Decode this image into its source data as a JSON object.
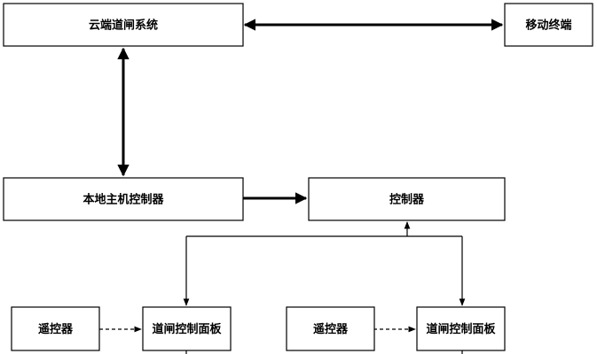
{
  "nodes": {
    "cloud_gate_system": "云端道闸系统",
    "mobile_terminal": "移动终端",
    "local_host_controller": "本地主机控制器",
    "controller": "控制器",
    "remote_left": "遥控器",
    "gate_panel_left": "道闸控制面板",
    "remote_right": "遥控器",
    "gate_panel_right": "道闸控制面板"
  }
}
